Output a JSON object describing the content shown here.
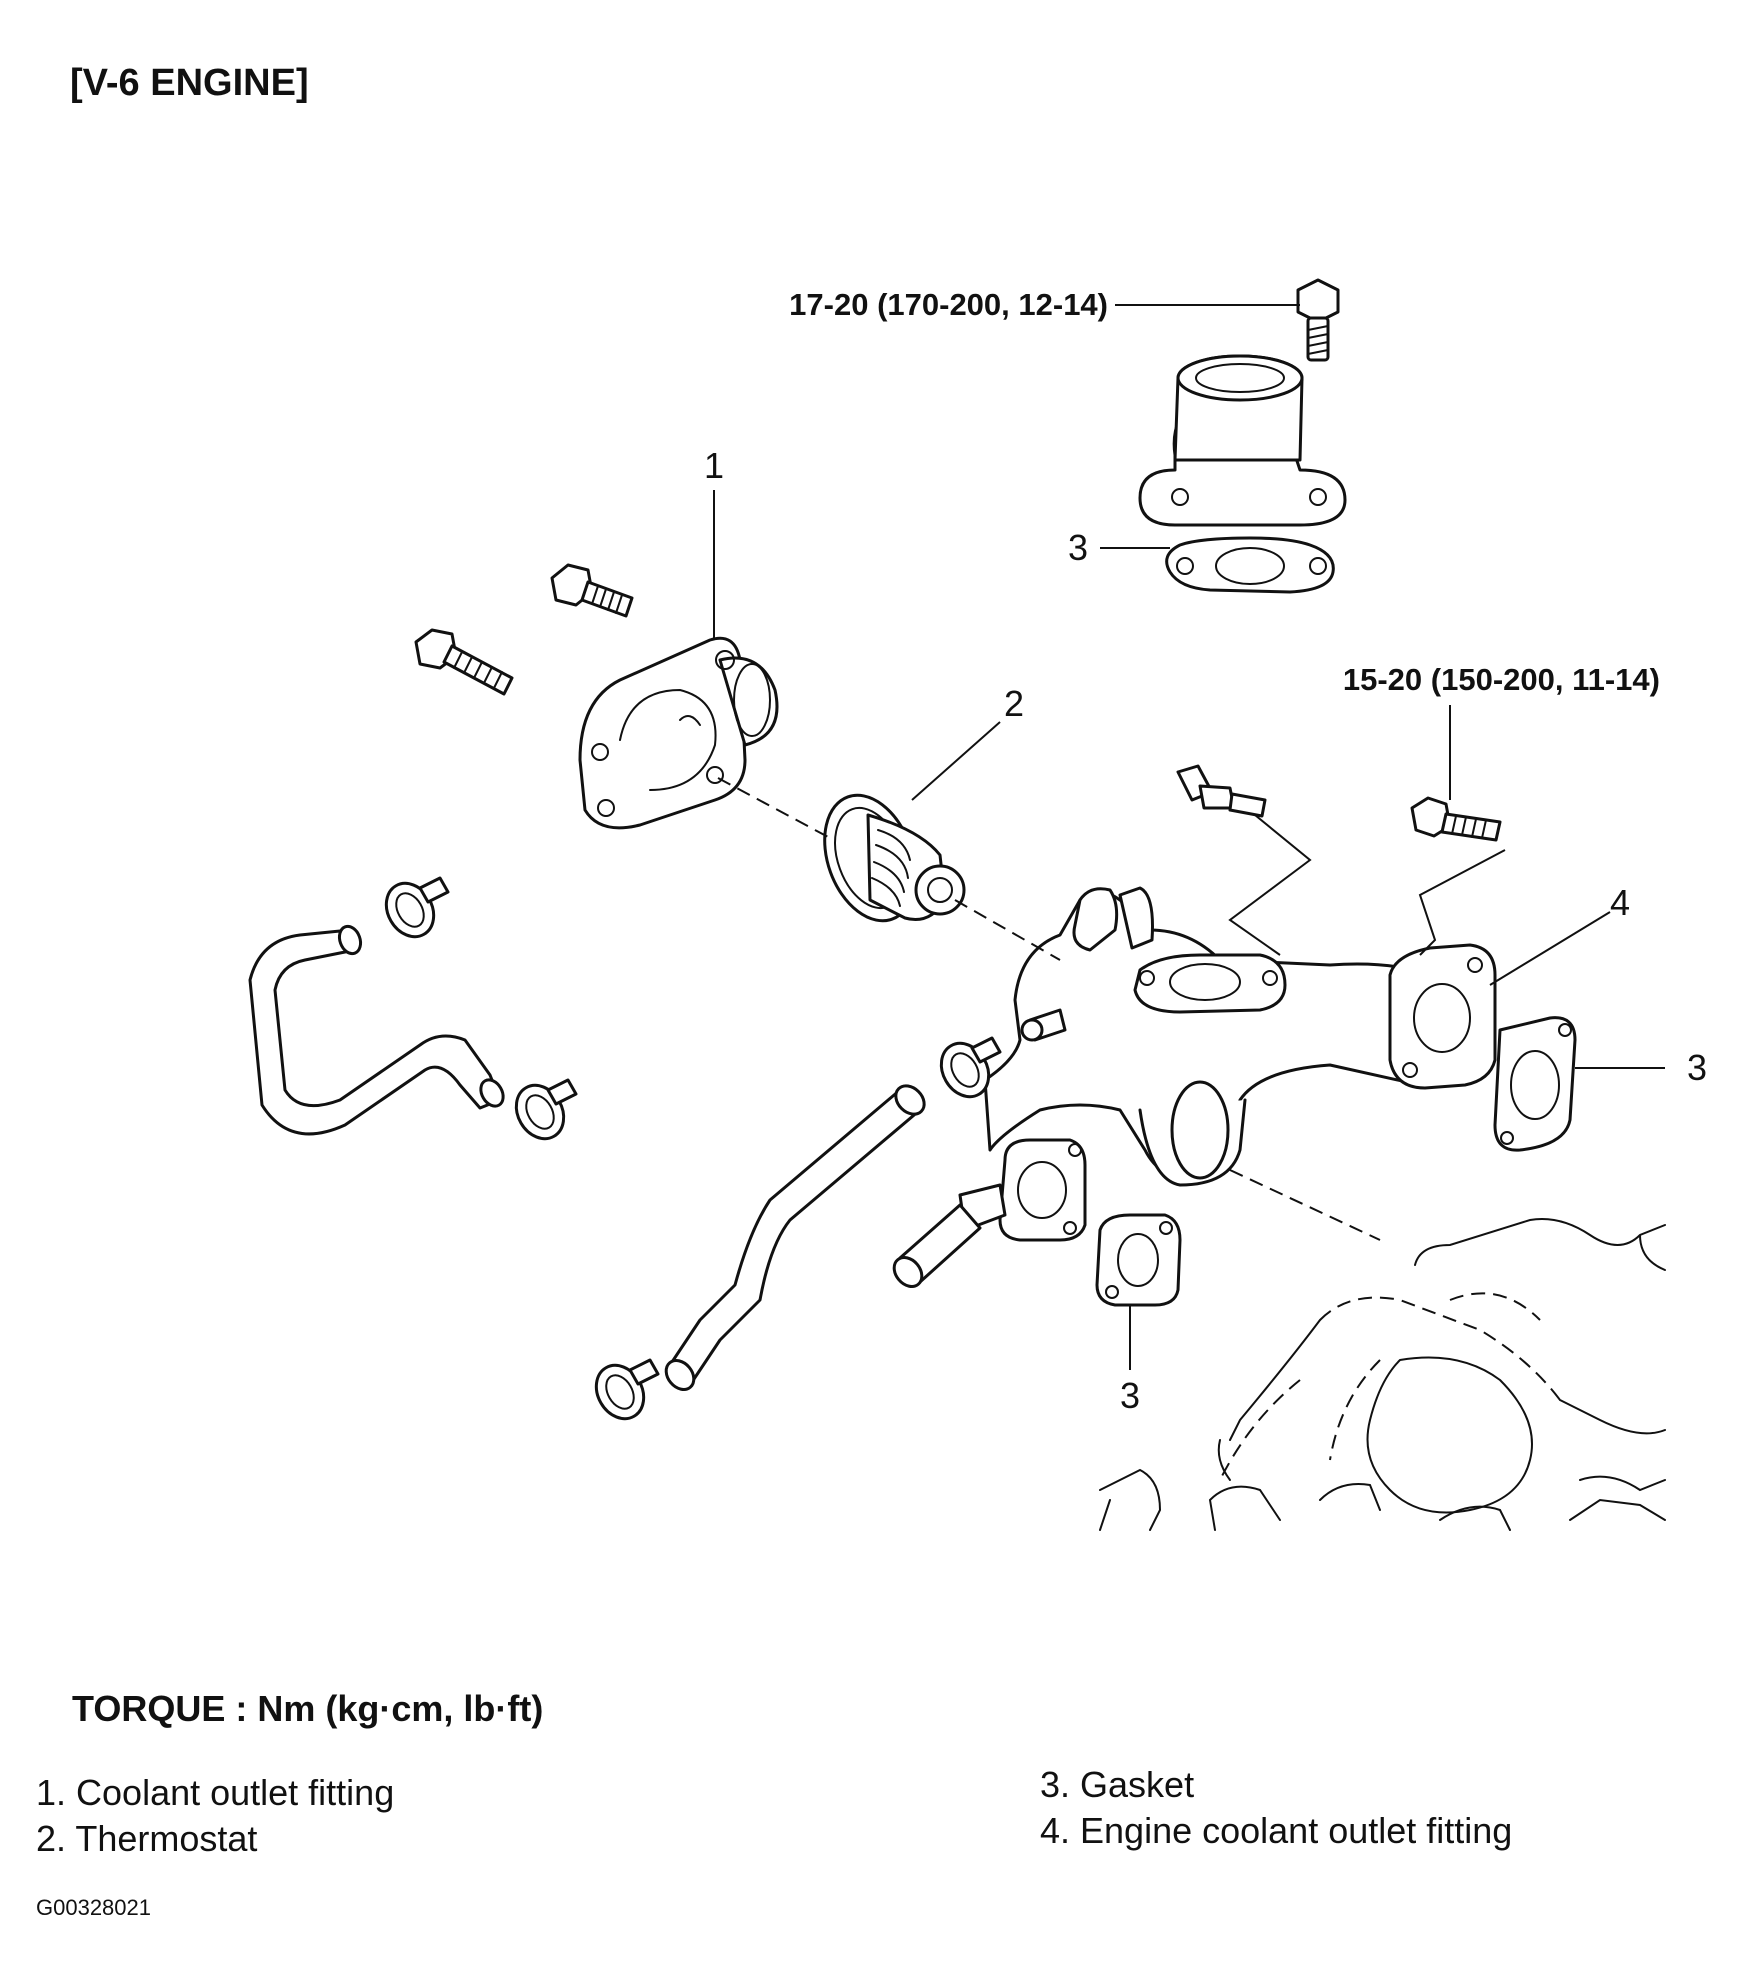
{
  "header": {
    "title": "[V-6 ENGINE]"
  },
  "callouts": {
    "torque_top": "17-20 (170-200, 12-14)",
    "torque_right": "15-20 (150-200, 11-14)",
    "label_1": "1",
    "label_2": "2",
    "label_3_top": "3",
    "label_3_right": "3",
    "label_3_bottom": "3",
    "label_4": "4"
  },
  "torque_unit": "TORQUE : Nm (kg·cm, lb·ft)",
  "legend": {
    "items": [
      "1. Coolant outlet fitting",
      "2. Thermostat",
      "3. Gasket",
      "4. Engine coolant outlet fitting"
    ]
  },
  "figure_id": "G00328021"
}
